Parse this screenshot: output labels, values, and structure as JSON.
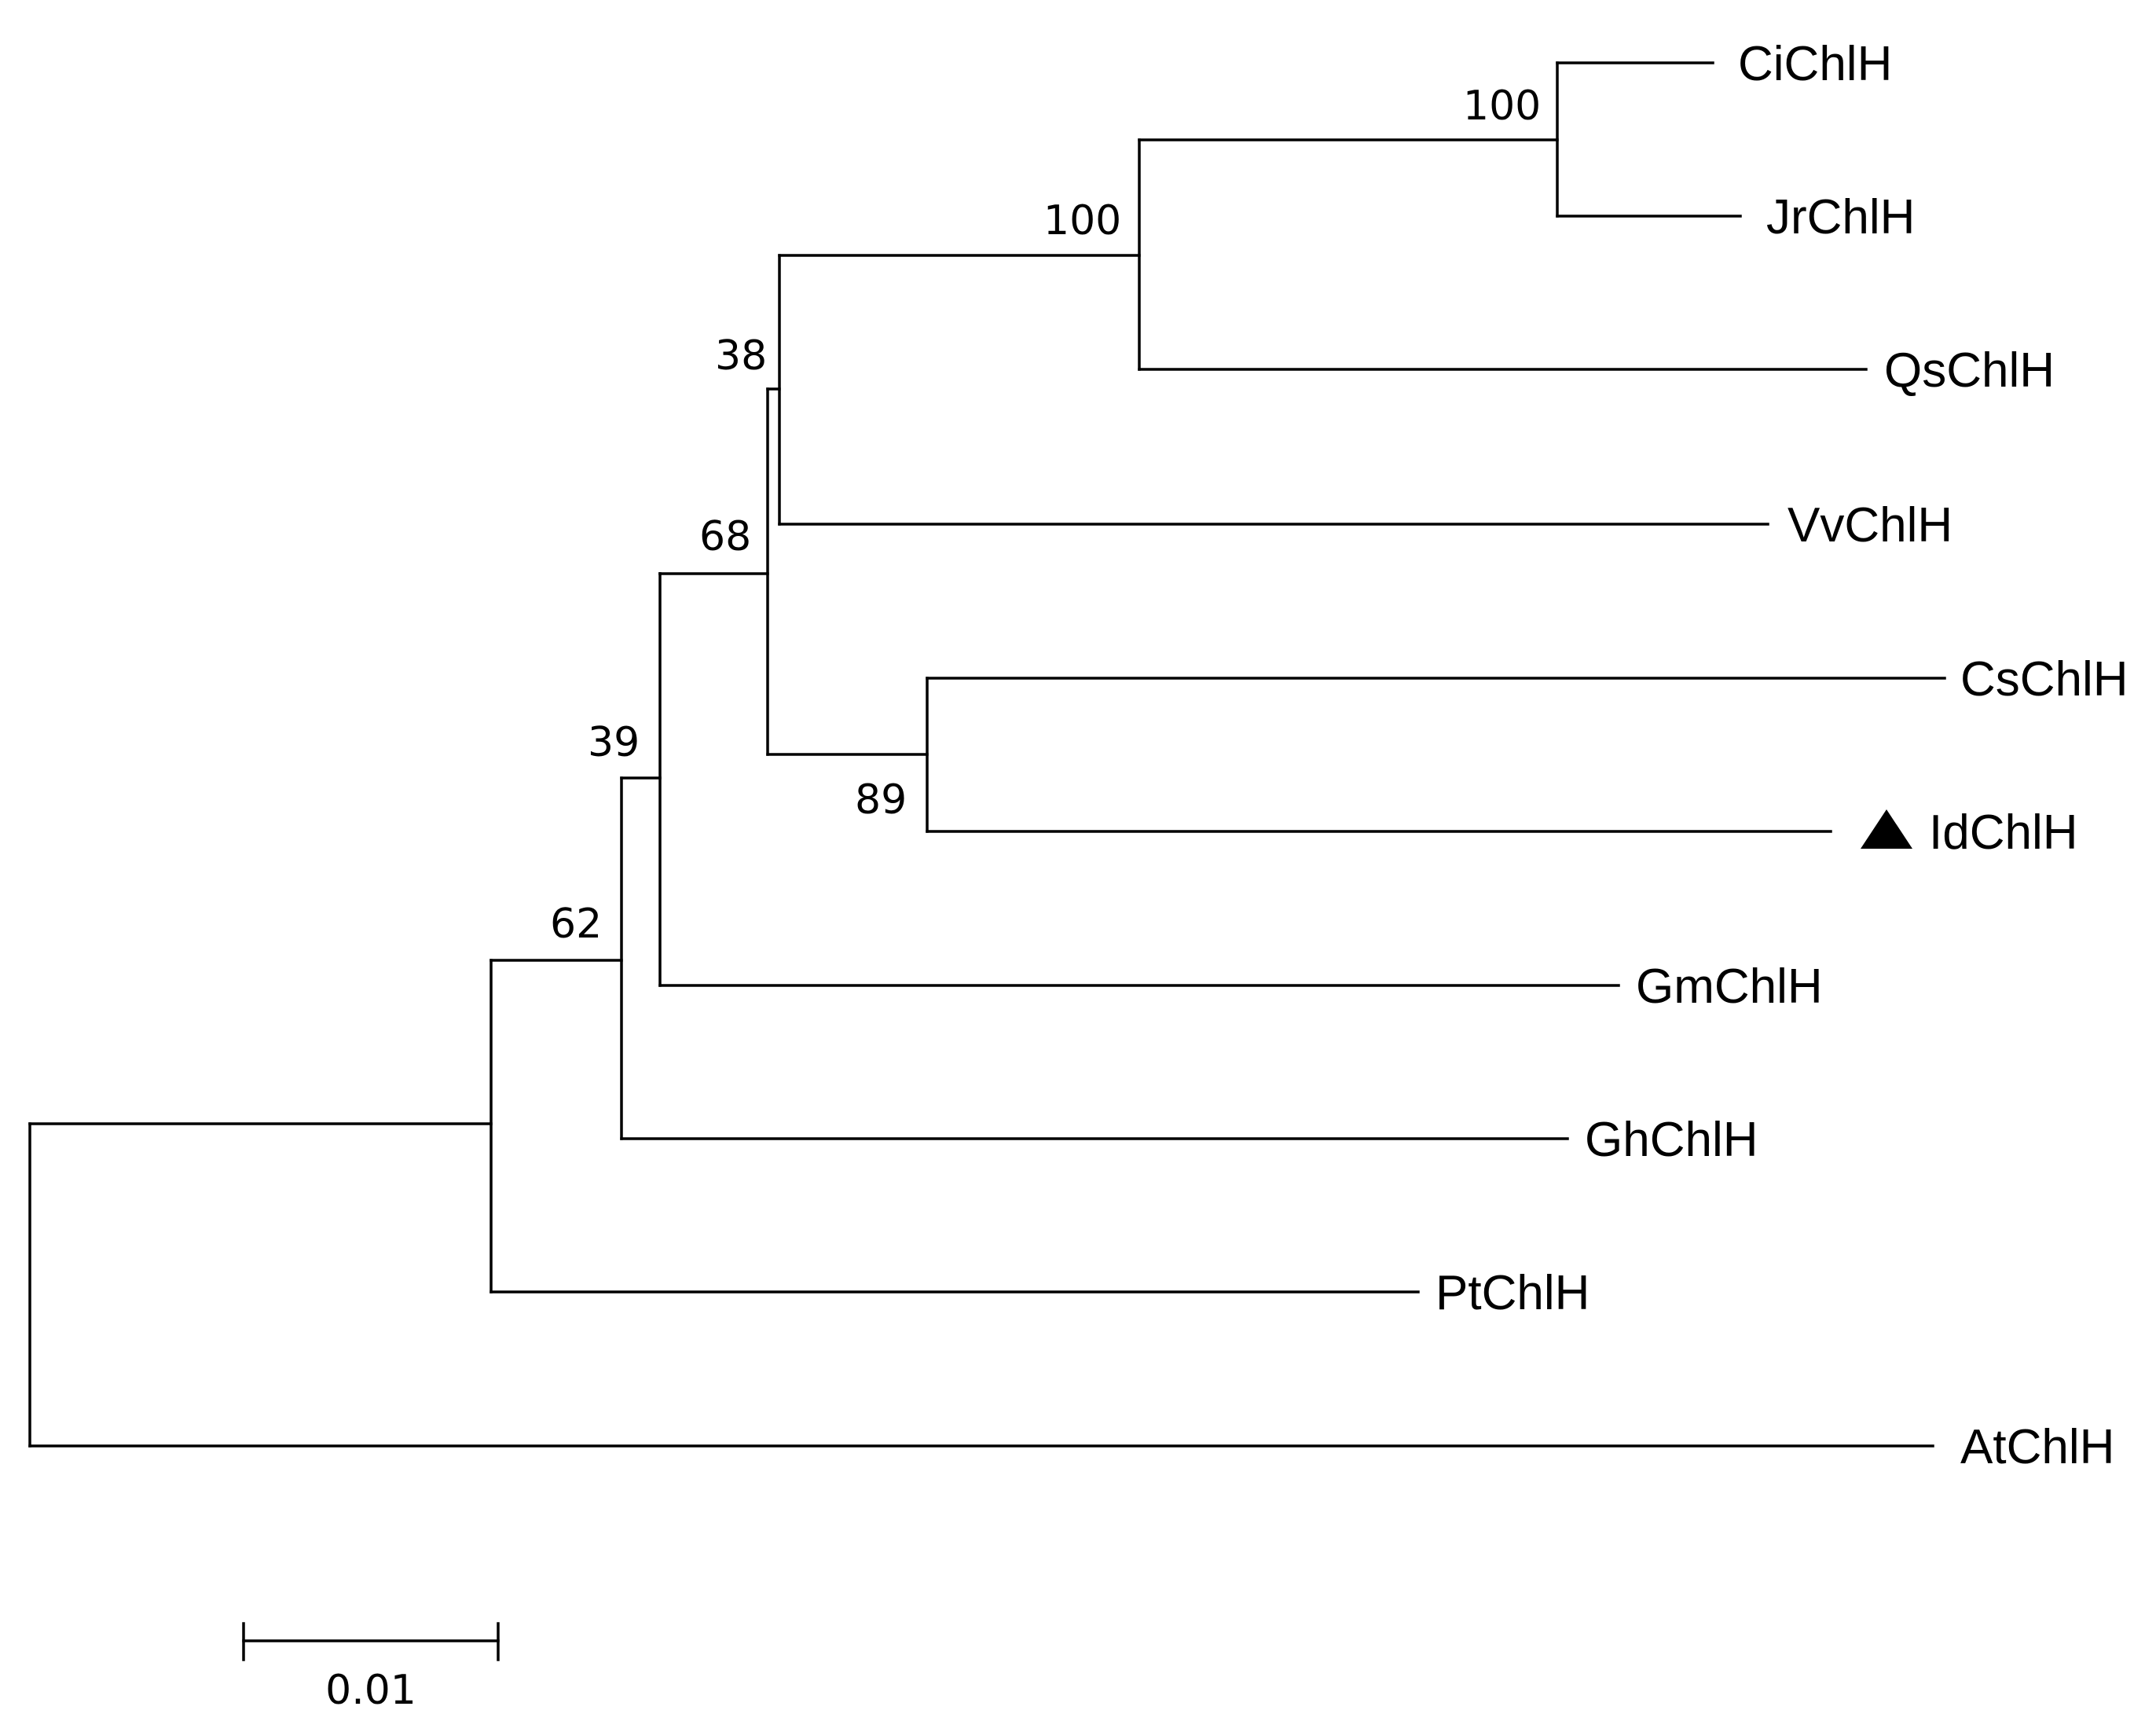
{
  "tree": {
    "type": "phylogenetic_tree",
    "leaves": [
      {
        "id": "ci",
        "label": "CiChlH",
        "marker": null
      },
      {
        "id": "jr",
        "label": "JrChlH",
        "marker": null
      },
      {
        "id": "qs",
        "label": "QsChlH",
        "marker": null
      },
      {
        "id": "vv",
        "label": "VvChlH",
        "marker": null
      },
      {
        "id": "cs",
        "label": "CsChlH",
        "marker": null
      },
      {
        "id": "id",
        "label": "IdChlH",
        "marker": "filled-triangle-icon"
      },
      {
        "id": "gm",
        "label": "GmChlH",
        "marker": null
      },
      {
        "id": "gh",
        "label": "GhChlH",
        "marker": null
      },
      {
        "id": "pt",
        "label": "PtChlH",
        "marker": null
      },
      {
        "id": "at",
        "label": "AtChlH",
        "marker": null
      }
    ],
    "bootstrap_values": [
      "100",
      "100",
      "38",
      "68",
      "89",
      "39",
      "62"
    ],
    "scale_bar": {
      "label": "0.01",
      "length": 0.01
    }
  }
}
